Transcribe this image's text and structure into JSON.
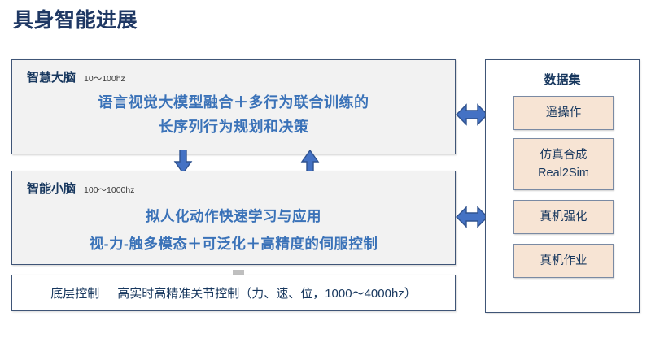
{
  "page": {
    "title": "具身智能进展"
  },
  "colors": {
    "title_navy": "#1f3864",
    "heading_navy": "#17375e",
    "body_blue": "#3a72b8",
    "box_fill_gray": "#f2f2f2",
    "dataset_item_fill": "#f7e4d4",
    "border_navy": "#3f5577",
    "arrow_fill": "#4472c4",
    "arrow_stroke": "#2f528f"
  },
  "big_brain": {
    "label": "智慧大脑",
    "frequency": "10～100hz",
    "lines": [
      "语言视觉大模型融合＋多行为联合训练的",
      "长序列行为规划和决策"
    ]
  },
  "small_brain": {
    "label": "智能小脑",
    "frequency": "100～1000hz",
    "lines": [
      "拟人化动作快速学习与应用",
      "视-力-触多模态＋可泛化＋高精度的伺服控制"
    ]
  },
  "bottom_bar": {
    "label": "底层控制",
    "text": "高实时高精准关节控制（力、速、位，1000～4000hz）"
  },
  "dataset_panel": {
    "title": "数据集",
    "items": [
      {
        "lines": [
          "遥操作"
        ]
      },
      {
        "lines": [
          "仿真合成",
          "Real2Sim"
        ]
      },
      {
        "lines": [
          "真机强化"
        ]
      },
      {
        "lines": [
          "真机作业"
        ]
      }
    ]
  },
  "arrows": {
    "down_between_brains": "arrow-down-icon",
    "up_between_brains": "arrow-up-icon",
    "big_to_dataset": "double-arrow-horizontal-icon",
    "small_to_dataset": "double-arrow-horizontal-icon"
  }
}
